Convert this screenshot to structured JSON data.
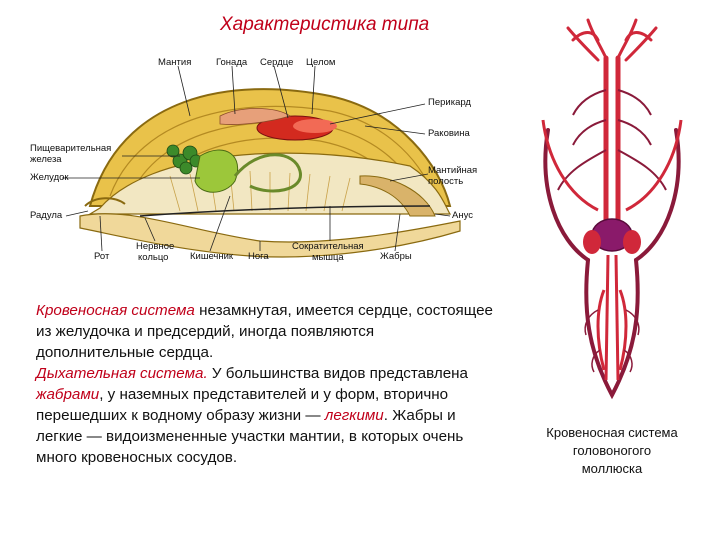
{
  "title": "Характеристика типа",
  "mollusk_labels": {
    "mantle": "Мантия",
    "gonad": "Гонада",
    "heart": "Сердце",
    "coelom": "Целом",
    "pericardium": "Перикард",
    "digestive_gland_1": "Пищеварительная",
    "digestive_gland_2": "железа",
    "stomach": "Желудок",
    "shell": "Раковина",
    "mantle_cavity_1": "Мантийная",
    "mantle_cavity_2": "полость",
    "radula": "Радула",
    "anus": "Анус",
    "mouth": "Рот",
    "nerve_ring_1": "Нервное",
    "nerve_ring_2": "кольцо",
    "intestine": "Кишечник",
    "foot": "Нога",
    "muscle_1": "Сократительная",
    "muscle_2": "мышца",
    "gills": "Жабры"
  },
  "paragraph": {
    "s1_term": "Кровеносная система",
    "s1_rest": " незамкнутая, имеется сердце, состоящее из желудочка и предсердий, иногда появляются дополнительные сердца.",
    "s2_term": "Дыхательная система.",
    "s2_a": " У большинства видов представлена ",
    "s2_gills": "жабрами",
    "s2_b": ", у наземных представителей и у форм, вторично перешедших к водному образу жизни — ",
    "s2_lungs": "легкими",
    "s2_c": ". Жабры и легкие — видоизмененные участки мантии, в которых очень много кровеносных сосудов."
  },
  "ceph_caption": {
    "line1": "Кровеносная система",
    "line2": "головоногого",
    "line3": "моллюска"
  }
}
